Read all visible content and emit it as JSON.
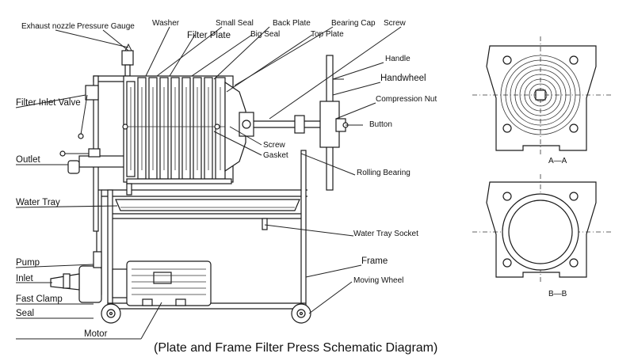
{
  "title": "(Plate and Frame Filter Press Schematic Diagram)",
  "labels": {
    "exhaust_nozzle": "Exhaust nozzle",
    "pressure_gauge": "Pressure Gauge",
    "washer": "Washer",
    "small_seal": "Small Seal",
    "back_plate": "Back Plate",
    "bearing_cap": "Bearing Cap",
    "screw_top": "Screw",
    "filter_plate": "Filter Plate",
    "big_seal": "Big Seal",
    "top_plate": "Top Plate",
    "handle": "Handle",
    "handwheel": "Handwheel",
    "compression_nut": "Compression Nut",
    "button": "Button",
    "filter_inlet_valve": "Filter Inlet Valve",
    "screw_mid": "Screw",
    "gasket": "Gasket",
    "outlet": "Outlet",
    "rolling_bearing": "Rolling Bearing",
    "water_tray": "Water Tray",
    "water_tray_socket": "Water Tray Socket",
    "frame": "Frame",
    "pump": "Pump",
    "inlet": "Inlet",
    "moving_wheel": "Moving  Wheel",
    "fast_clamp": "Fast Clamp",
    "seal": "Seal",
    "motor": "Motor"
  },
  "section_labels": {
    "a_a": "A—A",
    "b_b": "B—B"
  }
}
